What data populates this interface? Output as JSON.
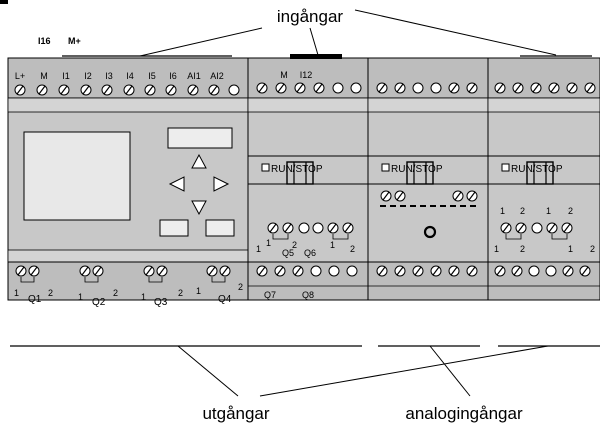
{
  "callouts": {
    "inputs": "ingångar",
    "outputs": "utgångar",
    "analog_inputs": "analogingångar"
  },
  "main_module": {
    "power_label_1": "I16",
    "power_label_2": "M+",
    "input_terminals": [
      "L+",
      "M",
      "I1",
      "I2",
      "I3",
      "I4",
      "I5",
      "I6",
      "AI1",
      "AI2"
    ],
    "output_labels": [
      "Q1",
      "Q2",
      "Q3",
      "Q4"
    ],
    "relay_pin_1": "1",
    "relay_pin_2": "2"
  },
  "expansion_module_1": {
    "input_terminals": [
      "M",
      "I12"
    ],
    "status_label": "RUN/STOP",
    "output_labels": [
      "Q5",
      "Q6",
      "Q7",
      "Q8"
    ],
    "relay_pin_1": "1",
    "relay_pin_2": "2"
  },
  "expansion_module_2": {
    "status_label": "RUN/STOP"
  },
  "expansion_module_3": {
    "status_label": "RUN/STOP",
    "relay_pin_1": "1",
    "relay_pin_2": "2"
  }
}
